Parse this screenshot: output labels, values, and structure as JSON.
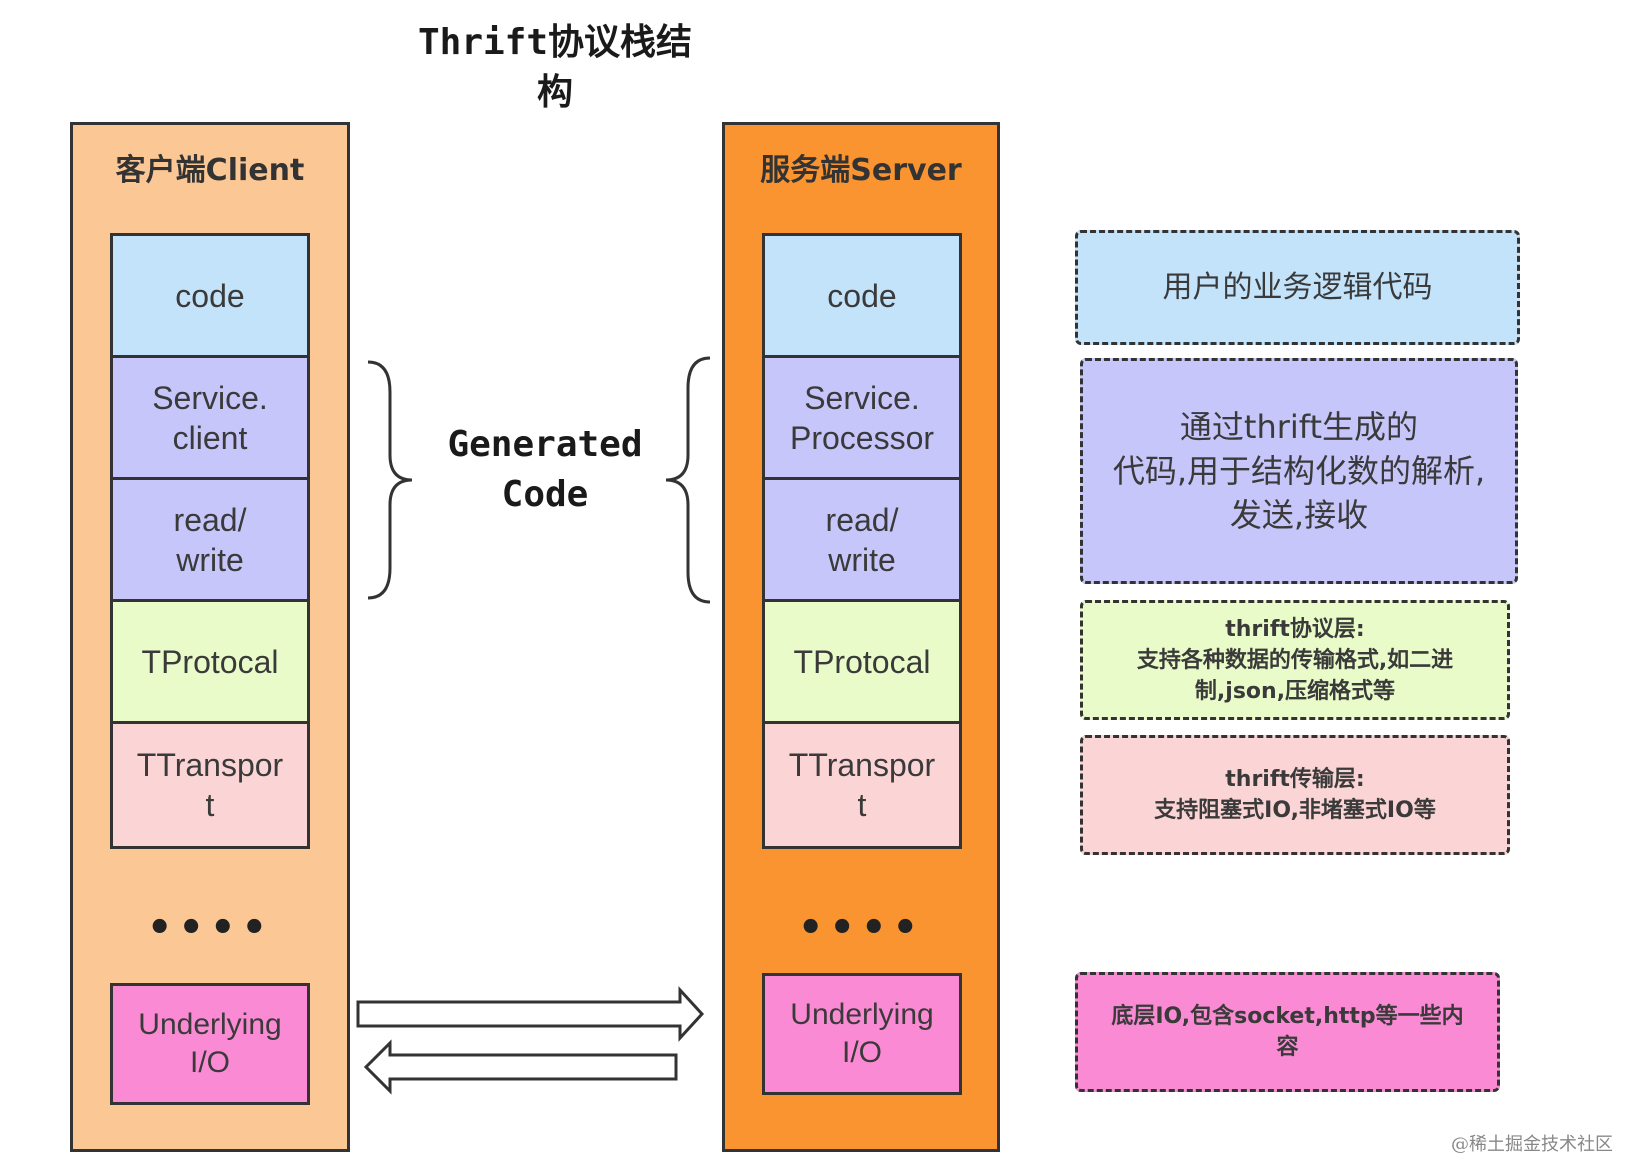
{
  "title": "Thrift协议栈结\n构",
  "client": {
    "title": "客户端Client",
    "layers": [
      {
        "label": "code",
        "color": "#c3e3fa"
      },
      {
        "label": "Service.\nclient",
        "color": "#c7c6fb"
      },
      {
        "label": "read/\nwrite",
        "color": "#c7c6fb"
      },
      {
        "label": "TProtocal",
        "color": "#e9fbc9"
      },
      {
        "label": "TTranspor\nt",
        "color": "#fbd4d6"
      }
    ],
    "dots": "••••",
    "io": "Underlying\nI/O"
  },
  "server": {
    "title": "服务端Server",
    "layers": [
      {
        "label": "code",
        "color": "#c3e3fa"
      },
      {
        "label": "Service.\nProcessor",
        "color": "#c7c6fb"
      },
      {
        "label": "read/\nwrite",
        "color": "#c7c6fb"
      },
      {
        "label": "TProtocal",
        "color": "#e9fbc9"
      },
      {
        "label": "TTranspor\nt",
        "color": "#fbd4d6"
      }
    ],
    "dots": "••••",
    "io": "Underlying\nI/O"
  },
  "generated_code": "Generated\nCode",
  "notes": {
    "code": "用户的业务逻辑代码",
    "generated": "通过thrift生成的\n代码,用于结构化数的解析,\n发送,接收",
    "protocol": "thrift协议层:\n支持各种数据的传输格式,如二进\n制,json,压缩格式等",
    "transport": "thrift传输层:\n支持阻塞式IO,非堵塞式IO等",
    "io": "底层IO,包含socket,http等一些内\n容"
  },
  "watermark": "@稀土掘金技术社区"
}
